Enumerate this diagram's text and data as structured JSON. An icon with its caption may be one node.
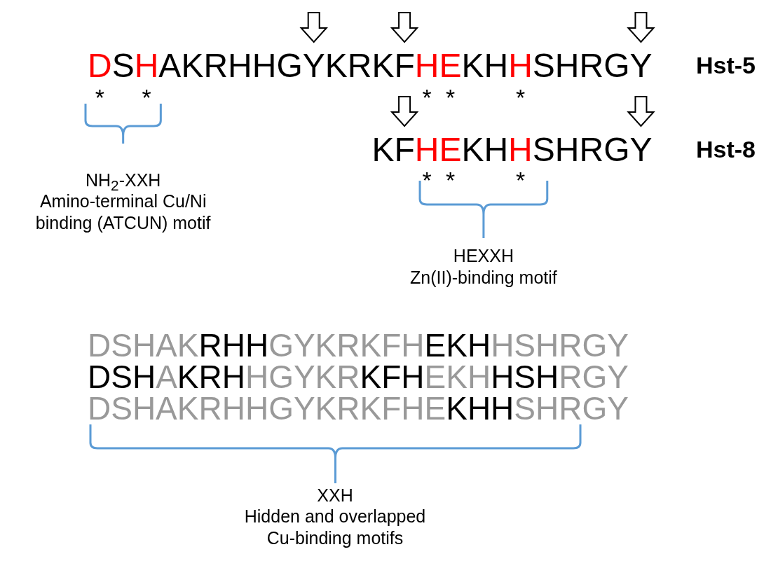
{
  "diagram": {
    "labels": [
      "D",
      "S",
      "H",
      "AKRHHGYKRKF",
      "HE",
      "KH",
      "H",
      "SHRGY",
      "Hst-5",
      "*",
      "*",
      "*",
      "*",
      "*",
      "KF",
      "HE",
      "KH",
      "H",
      "SHRGY",
      "Hst-8",
      "*",
      "*",
      "*",
      "NH$_{2}$-XXH",
      "Amino-terminal Cu/Ni binding (ATCUN) motif",
      "HEXXH",
      "Zn(II)-binding motif",
      "DSHAK",
      "RHH",
      "GYKRKFH",
      "EKH",
      "HSHRGY",
      "DSH",
      "A",
      "KRH",
      "HGYKR",
      "KFH",
      "EKH",
      "HSH",
      "RGY",
      "DSHAKRHHGYKRKFHE",
      "KHH",
      "SHRGY",
      "XXH",
      "Hidden and overlapped Cu-binding motifs"
    ]
  }
}
